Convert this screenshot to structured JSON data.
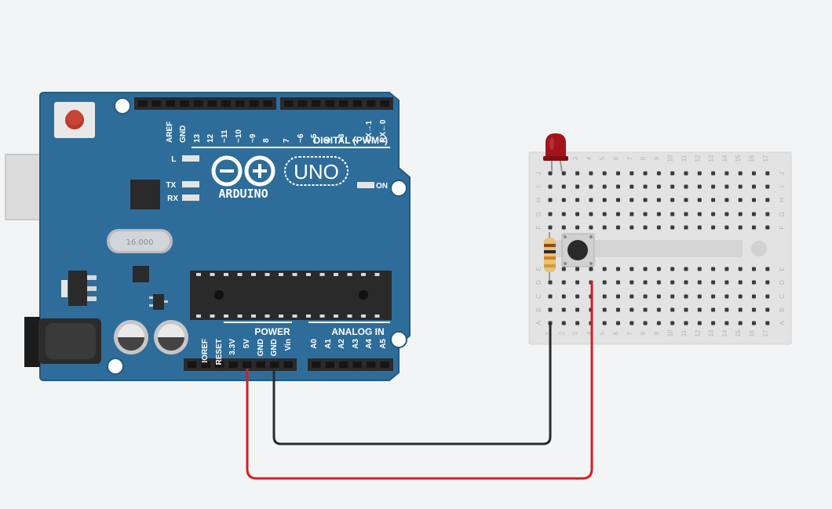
{
  "colors": {
    "canvas_bg": "#f2f4f6",
    "board": "#2e6d9a",
    "board_edge": "#235a82",
    "wire_power": "#d61f26",
    "wire_ground": "#2b2b2b",
    "breadboard": "#e3e3e3",
    "led": "#a3141a"
  },
  "arduino": {
    "brand": "ARDUINO",
    "model": "UNO",
    "chip_label": "16.000",
    "on_label": "ON",
    "led_labels": [
      "L",
      "TX",
      "RX"
    ],
    "digital_header_label": "DIGITAL (PWM~)",
    "digital_pins": [
      "AREF",
      "GND",
      "13",
      "12",
      "~11",
      "~10",
      "~9",
      "8",
      "7",
      "~6",
      "~5",
      "4",
      "~3",
      "2",
      "TX→1",
      "RX←0"
    ],
    "power_header_label": "POWER",
    "power_pins": [
      "IOREF",
      "RESET",
      "3.3V",
      "5V",
      "GND",
      "GND",
      "Vin"
    ],
    "analog_header_label": "ANALOG IN",
    "analog_pins": [
      "A0",
      "A1",
      "A2",
      "A3",
      "A4",
      "A5"
    ]
  },
  "breadboard": {
    "row_letters_top": [
      "J",
      "I",
      "H",
      "G",
      "F"
    ],
    "row_letters_bottom": [
      "E",
      "D",
      "C",
      "B",
      "A"
    ],
    "column_numbers": [
      "1",
      "2",
      "3",
      "4",
      "5",
      "6",
      "7",
      "8",
      "9",
      "10",
      "11",
      "12",
      "13",
      "14",
      "15",
      "16",
      "17"
    ]
  },
  "components": [
    {
      "kind": "led",
      "color": "red"
    },
    {
      "kind": "resistor"
    },
    {
      "kind": "pushbutton"
    }
  ],
  "wires": [
    {
      "name": "5V to pushbutton",
      "color": "red",
      "from": "5V",
      "to": "pushbutton"
    },
    {
      "name": "GND to breadboard",
      "color": "black",
      "from": "GND",
      "to": "breadboard"
    }
  ]
}
